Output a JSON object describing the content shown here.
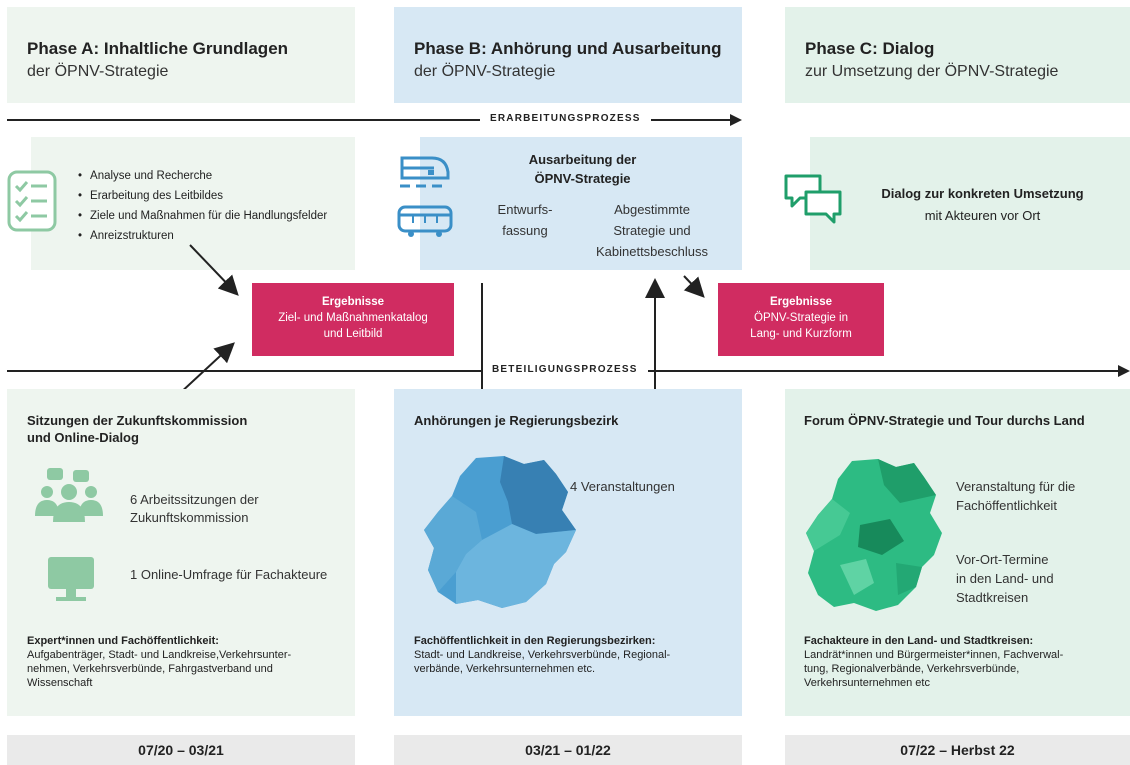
{
  "phases": [
    {
      "title": "Phase A: Inhaltliche Grundlagen",
      "subtitle": "der ÖPNV-Strategie"
    },
    {
      "title": "Phase B: Anhörung und Ausarbeitung",
      "subtitle": "der ÖPNV-Strategie"
    },
    {
      "title": "Phase C: Dialog",
      "subtitle": "zur Umsetzung der ÖPNV-Strategie"
    }
  ],
  "process_labels": {
    "erarbeitung": "ERARBEITUNGSPROZESS",
    "beteiligung": "BETEILIGUNGSPROZESS"
  },
  "phase_a_bullets": [
    "Analyse und Recherche",
    "Erarbeitung des Leitbildes",
    "Ziele und Maßnahmen für die Handlungsfelder",
    "Anreizstrukturen"
  ],
  "phase_b_work": {
    "title_line1": "Ausarbeitung der",
    "title_line2": "ÖPNV-Strategie",
    "col1_line1": "Entwurfs-",
    "col1_line2": "fassung",
    "col2_line1": "Abgestimmte",
    "col2_line2": "Strategie und",
    "col2_line3": "Kabinettsbeschluss"
  },
  "phase_c_dialog": {
    "line1": "Dialog zur konkreten Umsetzung",
    "line2": "mit Akteuren vor Ort"
  },
  "results": [
    {
      "title": "Ergebnisse",
      "line1": "Ziel- und Maßnahmenkatalog",
      "line2": "und Leitbild"
    },
    {
      "title": "Ergebnisse",
      "line1": "ÖPNV-Strategie in",
      "line2": "Lang- und Kurzform"
    }
  ],
  "bottom_a": {
    "title_line1": "Sitzungen der Zukunftskommission",
    "title_line2": "und Online-Dialog",
    "item1_line1": "6 Arbeitssitzungen der",
    "item1_line2": "Zukunftskommission",
    "item2": "1 Online-Umfrage für Fachakteure",
    "audience_title": "Expert*innen und Fachöffentlichkeit:",
    "audience_line1": "Aufgabenträger, Stadt- und Landkreise,Verkehrsunter-",
    "audience_line2": "nehmen, Verkehrsverbünde, Fahrgastverband und",
    "audience_line3": "Wissenschaft"
  },
  "bottom_b": {
    "title": "Anhörungen je Regierungsbezirk",
    "events": "4 Veranstaltungen",
    "audience_title": "Fachöffentlichkeit in den Regierungsbezirken:",
    "audience_line1": "Stadt- und Landkreise, Verkehrsverbünde, Regional-",
    "audience_line2": "verbände, Verkehrsunternehmen etc."
  },
  "bottom_c": {
    "title": "Forum ÖPNV-Strategie und Tour durchs Land",
    "item1_line1": "Veranstaltung für die",
    "item1_line2": "Fachöffentlichkeit",
    "item2_line1": "Vor-Ort-Termine",
    "item2_line2": "in den Land- und",
    "item2_line3": "Stadtkreisen",
    "audience_title": "Fachakteure in den Land- und Stadtkreisen:",
    "audience_line1": "Landrät*innen und Bürgermeister*innen, Fachverwal-",
    "audience_line2": "tung, Regionalverbände, Verkehrsverbünde,",
    "audience_line3": "Verkehrsunternehmen etc"
  },
  "dates": [
    "07/20 – 03/21",
    "03/21 – 01/22",
    "07/22 – Herbst 22"
  ],
  "colors": {
    "green_icon": "#8ec9a3",
    "dark_green": "#1f9e6a",
    "blue_icon": "#3a8fc7",
    "red": "#d02c61"
  }
}
